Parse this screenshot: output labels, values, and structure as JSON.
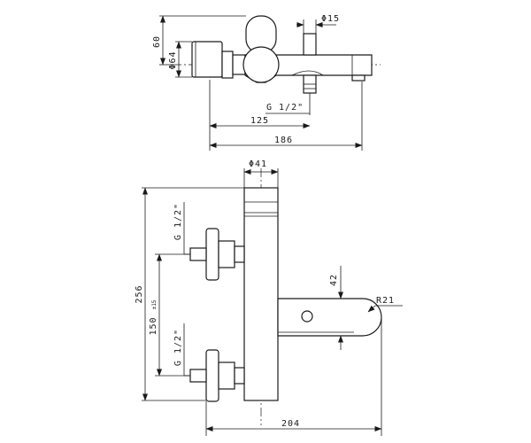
{
  "top_view": {
    "height_label": "60",
    "diameter_label": "Φ64",
    "spout_diameter_label": "Φ15",
    "thread_label": "G 1/2\"",
    "depth_label": "125",
    "overall_depth_label": "186"
  },
  "front_view": {
    "top_diameter_label": "Φ41",
    "upper_thread_label": "G 1/2\"",
    "lower_thread_label": "G 1/2\"",
    "height_label": "256",
    "spacing_label": "150",
    "spacing_tolerance": "±15",
    "spout_height_label": "42",
    "radius_label": "R21",
    "width_label": "204"
  }
}
